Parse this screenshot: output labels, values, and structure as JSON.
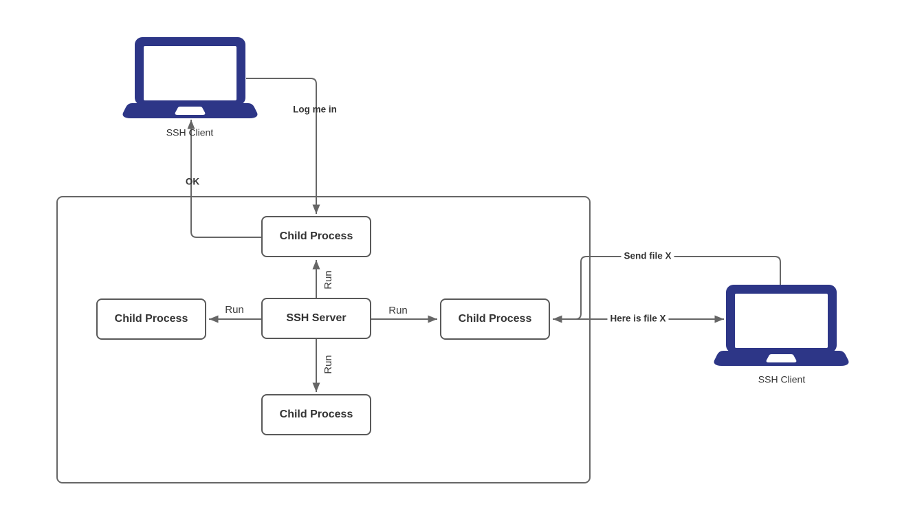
{
  "colors": {
    "laptop": "#2d3687",
    "line": "#666666",
    "border": "#595959",
    "text": "#333333",
    "bg": "#ffffff"
  },
  "clients": {
    "left": {
      "label": "SSH Client"
    },
    "right": {
      "label": "SSH Client"
    }
  },
  "nodes": {
    "server": {
      "label": "SSH Server"
    },
    "child_top": {
      "label": "Child Process"
    },
    "child_left": {
      "label": "Child Process"
    },
    "child_right": {
      "label": "Child Process"
    },
    "child_bottom": {
      "label": "Child Process"
    }
  },
  "edges": {
    "log_me_in": {
      "label": "Log me in"
    },
    "ok": {
      "label": "OK"
    },
    "run_up": {
      "label": "Run"
    },
    "run_down": {
      "label": "Run"
    },
    "run_left": {
      "label": "Run"
    },
    "run_right": {
      "label": "Run"
    },
    "send_file": {
      "label": "Send file X"
    },
    "here_is_file": {
      "label": "Here is file X"
    }
  }
}
